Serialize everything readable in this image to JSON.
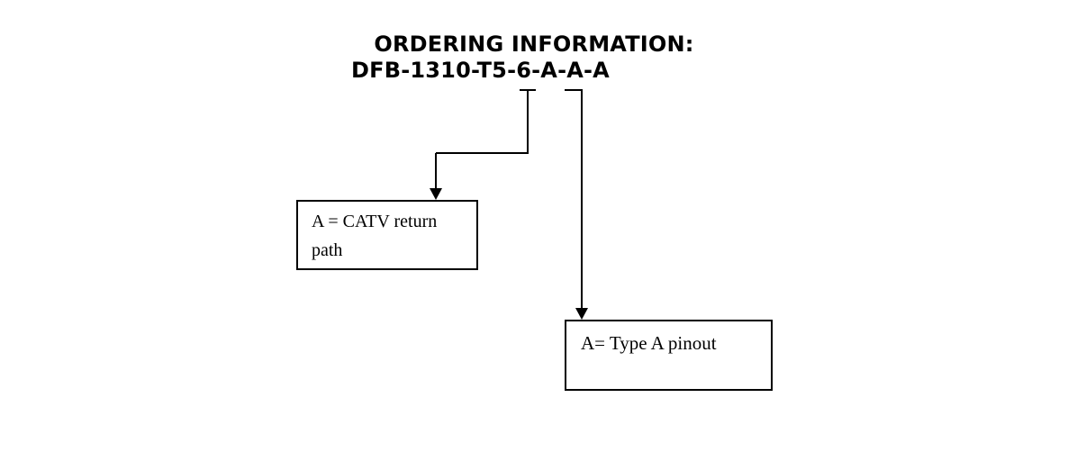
{
  "page": {
    "background_color": "#ffffff",
    "ink_color": "#000000"
  },
  "header": {
    "title": "ORDERING INFORMATION:",
    "part_number": "DFB-1310-T5-6-A-A-A"
  },
  "callouts": [
    {
      "id": "catv-return-path",
      "label": "A = CATV return path"
    },
    {
      "id": "type-a-pinout",
      "label": "A= Type A pinout"
    }
  ]
}
